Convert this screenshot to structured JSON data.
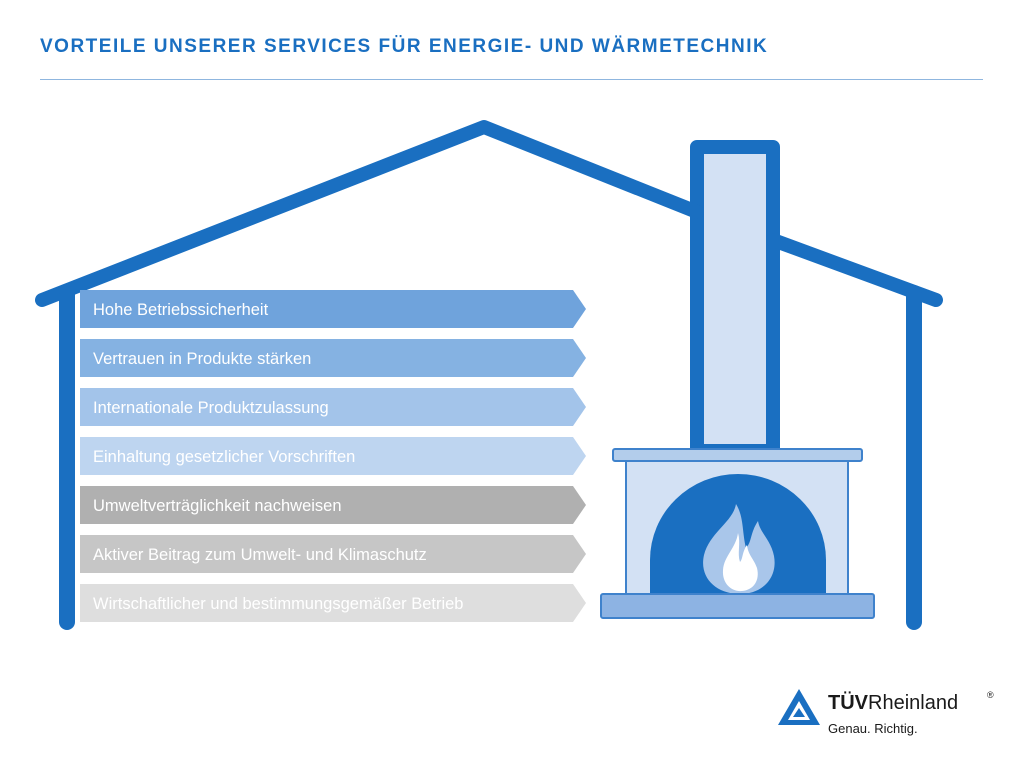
{
  "title": "VORTEILE UNSERER SERVICES FÜR ENERGIE- UND WÄRMETECHNIK",
  "benefits": [
    {
      "label": "Hohe Betriebssicherheit",
      "color": "#6fa3dc"
    },
    {
      "label": "Vertrauen in Produkte stärken",
      "color": "#85b2e2"
    },
    {
      "label": "Internationale Produktzulassung",
      "color": "#a3c4ea"
    },
    {
      "label": "Einhaltung gesetzlicher Vorschriften",
      "color": "#bed5f0"
    },
    {
      "label": "Umweltverträglichkeit nachweisen",
      "color": "#b0b0b0"
    },
    {
      "label": "Aktiver Beitrag zum Umwelt- und Klimaschutz",
      "color": "#c6c6c6"
    },
    {
      "label": "Wirtschaftlicher und bestimmungsgemäßer Betrieb",
      "color": "#dedede"
    }
  ],
  "colors": {
    "brand_blue": "#1a6fc1",
    "fireplace_fill": "#d3e1f4",
    "fireplace_stroke": "#3f82cc",
    "hearth": "#8db3e3",
    "flame_inner": "#ffffff",
    "flame_outer": "#a9c6ea"
  },
  "logo": {
    "brand_bold": "TÜV",
    "brand_regular": "Rheinland",
    "registered": "®",
    "slogan": "Genau. Richtig."
  }
}
